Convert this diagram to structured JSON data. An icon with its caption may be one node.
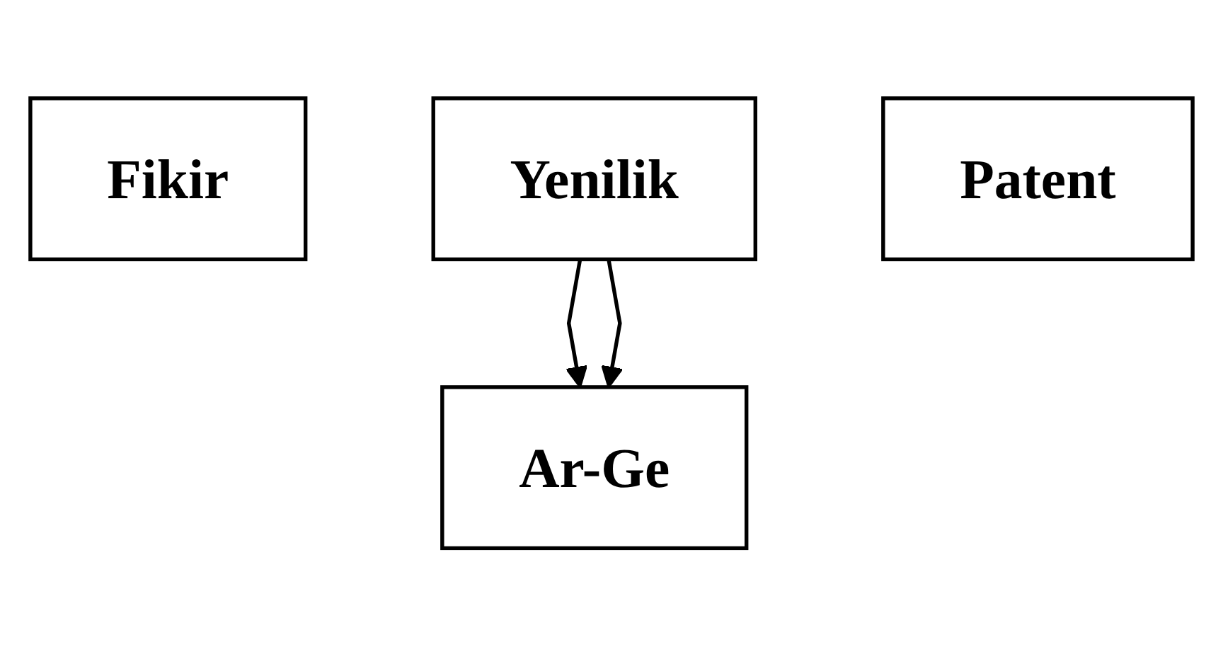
{
  "diagram": {
    "nodes": [
      {
        "text": [
          "Fikir"
        ]
      },
      {
        "text": [
          "Ar-Ge"
        ]
      },
      {
        "text": [
          "Yenilik"
        ]
      },
      {
        "text": [
          "Patent"
        ]
      }
    ],
    "edges": [
      {
        "from": 2,
        "to": 1,
        "arrow": "to"
      },
      {
        "from": 2,
        "to": 1,
        "arrow": "to"
      }
    ]
  }
}
